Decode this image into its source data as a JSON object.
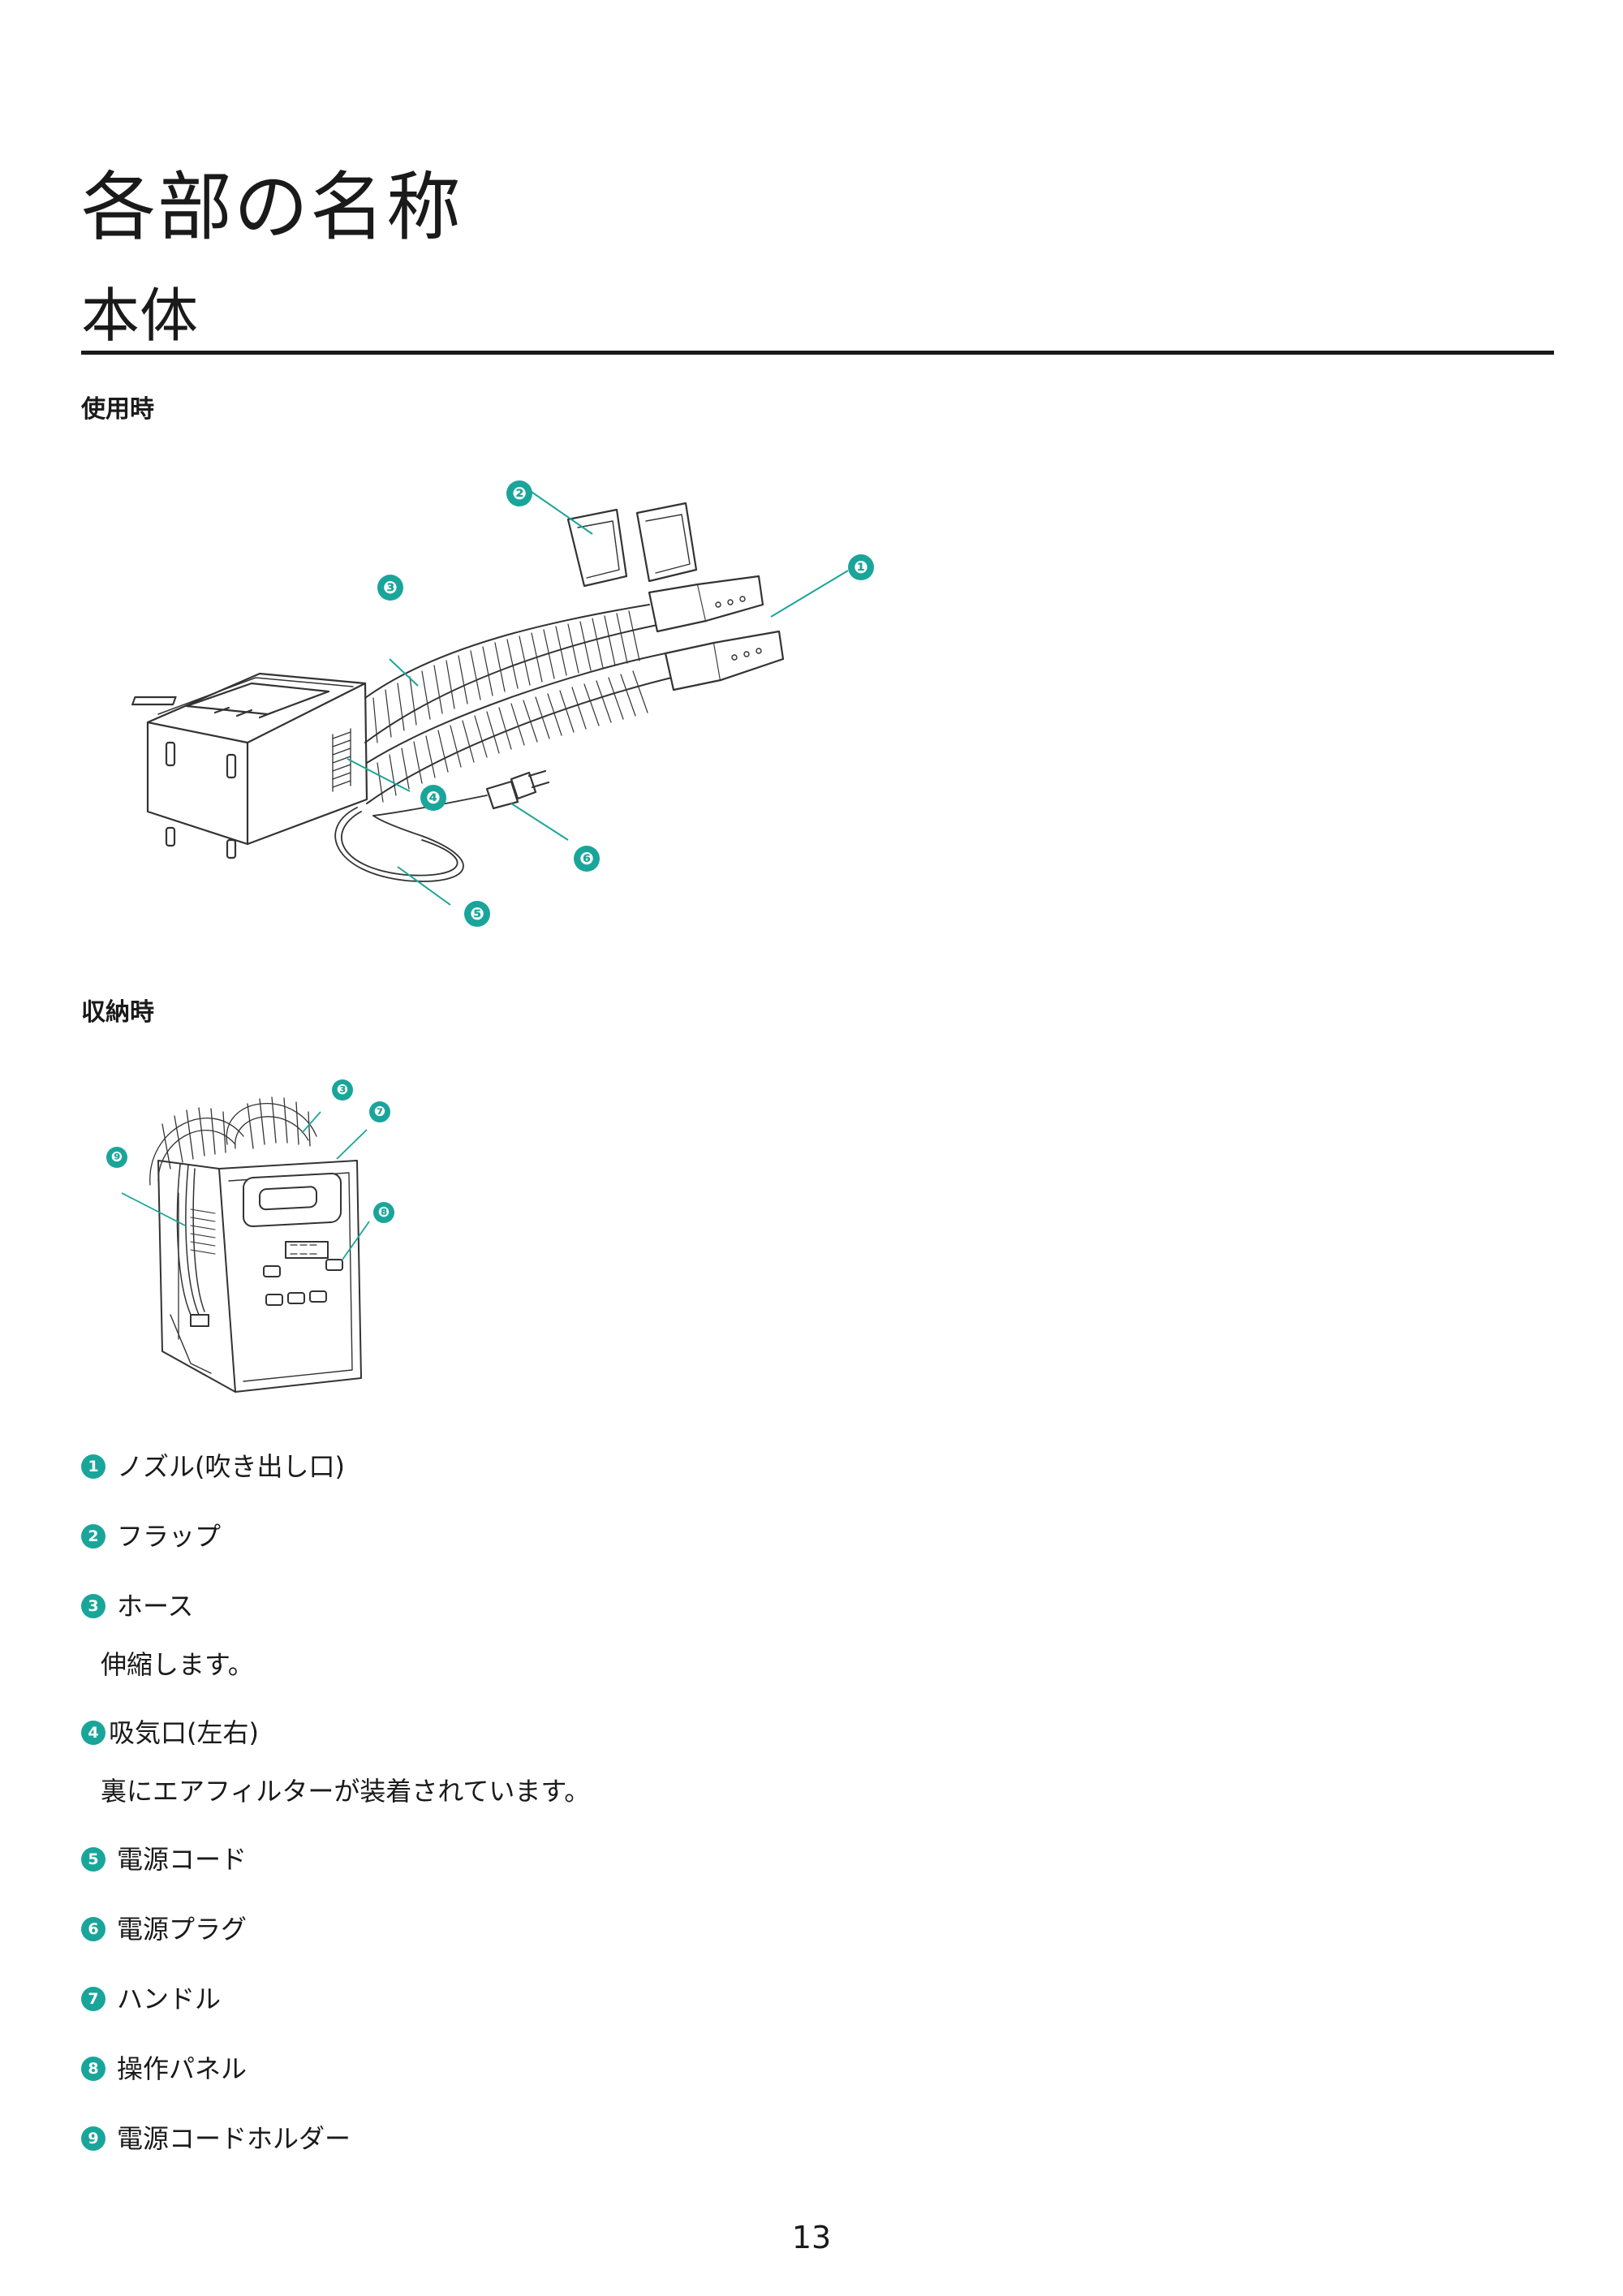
{
  "page": {
    "title": "各部の名称",
    "section_title": "本体",
    "page_number": "13"
  },
  "figures": {
    "in_use": {
      "caption": "使用時",
      "callouts": [
        "❶",
        "❷",
        "❸",
        "❹",
        "❺",
        "❻"
      ]
    },
    "storage": {
      "caption": "収納時",
      "callouts": [
        "❸",
        "❼",
        "❽",
        "❾"
      ]
    }
  },
  "parts": [
    {
      "num": "1",
      "label": "ノズル(吹き出し口)"
    },
    {
      "num": "2",
      "label": "フラップ"
    },
    {
      "num": "3",
      "label": "ホース",
      "description": "伸縮します。"
    },
    {
      "num": "4",
      "label": "吸気口(左右)",
      "description": "裏にエアフィルターが装着されています。"
    },
    {
      "num": "5",
      "label": "電源コード"
    },
    {
      "num": "6",
      "label": "電源プラグ"
    },
    {
      "num": "7",
      "label": "ハンドル"
    },
    {
      "num": "8",
      "label": "操作パネル"
    },
    {
      "num": "9",
      "label": "電源コードホルダー"
    }
  ],
  "colors": {
    "accent": "#1aa59a",
    "text": "#1a1a1a",
    "line": "#333333"
  }
}
